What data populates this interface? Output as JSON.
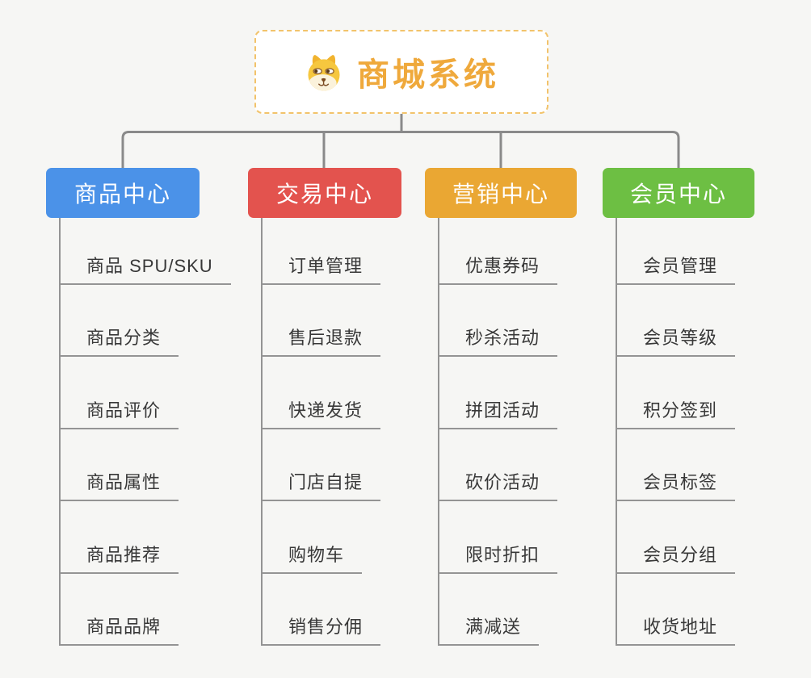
{
  "root": {
    "title": "商城系统",
    "icon": "shiba-dog-icon",
    "title_color": "#EFA93C",
    "border_color": "#F2C36B",
    "background": "#FFFFFF"
  },
  "canvas": {
    "background": "#F6F6F4",
    "connector_color": "#8A8A8A",
    "underline_color": "#949494",
    "leaf_text_color": "#383838"
  },
  "branches": [
    {
      "label": "商品中心",
      "color": "#4B92E8",
      "children": [
        "商品 SPU/SKU",
        "商品分类",
        "商品评价",
        "商品属性",
        "商品推荐",
        "商品品牌"
      ]
    },
    {
      "label": "交易中心",
      "color": "#E3534E",
      "children": [
        "订单管理",
        "售后退款",
        "快递发货",
        "门店自提",
        "购物车",
        "销售分佣"
      ]
    },
    {
      "label": "营销中心",
      "color": "#EAA733",
      "children": [
        "优惠券码",
        "秒杀活动",
        "拼团活动",
        "砍价活动",
        "限时折扣",
        "满减送"
      ]
    },
    {
      "label": "会员中心",
      "color": "#6DBF43",
      "children": [
        "会员管理",
        "会员等级",
        "积分签到",
        "会员标签",
        "会员分组",
        "收货地址"
      ]
    }
  ]
}
